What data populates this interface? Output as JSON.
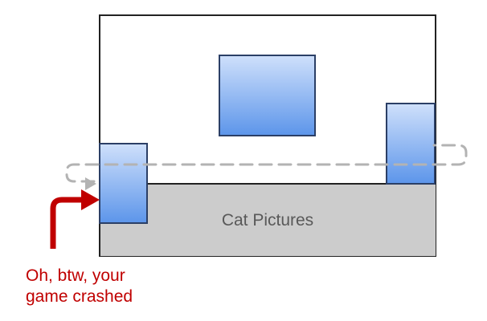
{
  "diagram": {
    "region_label": "Cat Pictures",
    "annotation": {
      "line1": "Oh, btw, your",
      "line2": "game crashed"
    }
  },
  "colors": {
    "frame_stroke": "#222222",
    "region_fill": "#cccccc",
    "region_text": "#595959",
    "box_gradient_top": "#cfe0fb",
    "box_gradient_bottom": "#5c95ea",
    "box_stroke": "#2b3f66",
    "dashed_path": "#b3b3b3",
    "annotation_red": "#c00000"
  }
}
